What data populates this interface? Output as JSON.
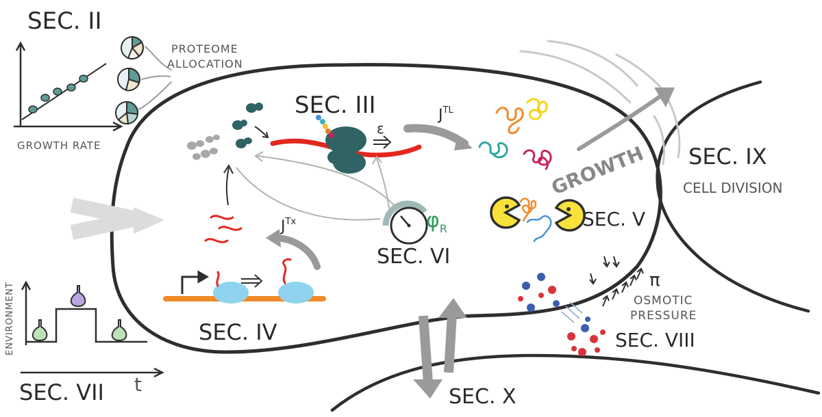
{
  "labels": {
    "sec2": "SEC. II",
    "proteome_line1": "PROTEOME",
    "proteome_line2": "ALLOCATION",
    "growth_rate": "GROWTH RATE",
    "sec3": "SEC. III",
    "jtl": "J",
    "jtl_sup": "TL",
    "epsilon": "ε",
    "growth": "GROWTH",
    "sec9": "SEC. IX",
    "cell_division": "CELL DIVISION",
    "sec5": "SEC. V",
    "phi": "φ",
    "phi_sub": "R",
    "sec6": "SEC. VI",
    "jtx": "J",
    "jtx_sup": "Tx",
    "sec4": "SEC. IV",
    "pi": "π",
    "osmotic_line1": "OSMOTIC",
    "osmotic_line2": "PRESSURE",
    "sec8": "SEC. VIII",
    "sec10": "SEC. X",
    "environment": "ENVIRONMENT",
    "t": "t",
    "sec7": "SEC. VII"
  },
  "colors": {
    "outline": "#2e2e2e",
    "ribosome": "#2f6364",
    "mrna": "#e3271e",
    "dna": "#f08a2a",
    "polymerase": "#8fd3ee",
    "pacman": "#f7e23a",
    "grey_arrow": "#9a9a9a",
    "light_arrow": "#d8d8d8",
    "phi_green": "#2f9a58",
    "flask_green": "#bfe0b8",
    "flask_purple": "#b9a6e0",
    "ion_red": "#d9333a",
    "ion_blue": "#3a5fae"
  }
}
